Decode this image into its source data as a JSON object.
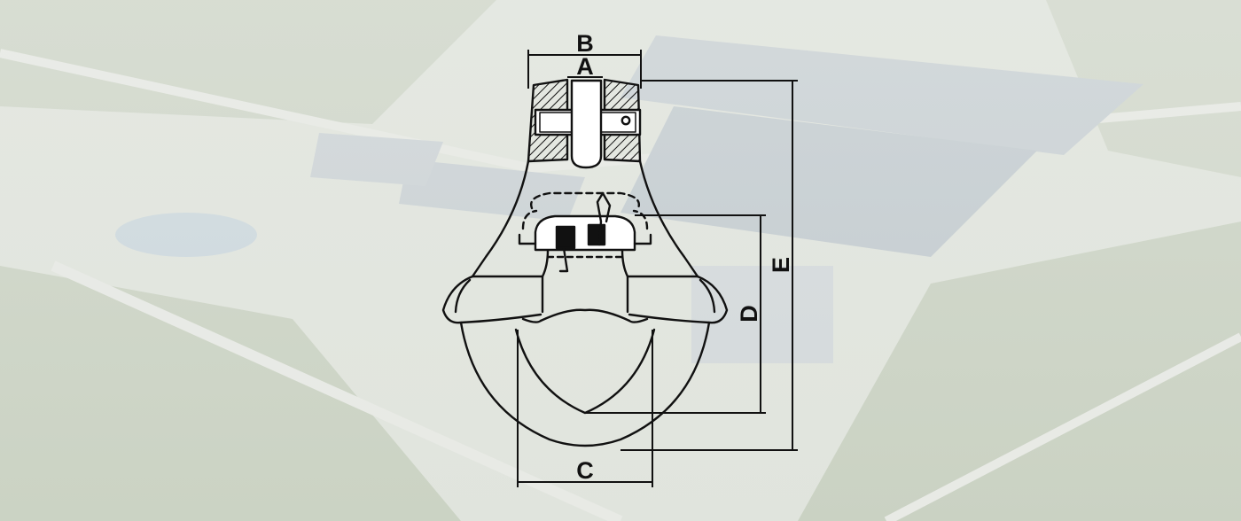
{
  "diagram": {
    "dimension_labels": {
      "a": "A",
      "b": "B",
      "c": "C",
      "d": "D",
      "e": "E"
    }
  },
  "colors": {
    "line": "#111111",
    "hatch": "#111111",
    "background_haze": "#eef0ec",
    "background_green": "#b9c4b0",
    "background_roof": "#aeb9c3"
  }
}
